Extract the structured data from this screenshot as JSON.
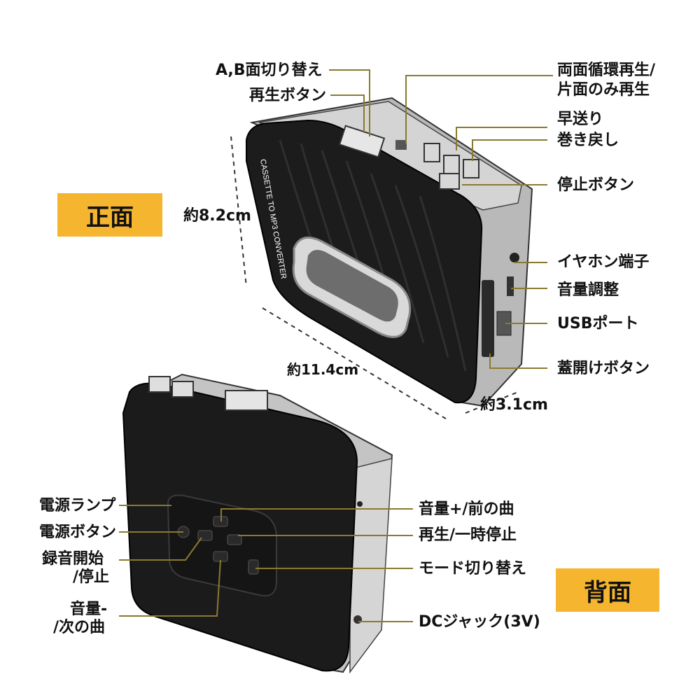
{
  "badges": {
    "front": "正面",
    "back": "背面"
  },
  "dimensions": {
    "height": "約8.2cm",
    "width": "約11.4cm",
    "depth": "約3.1cm"
  },
  "device_text": {
    "front_label": "CASSETTE TO MP3 CONVERTER"
  },
  "front_labels": {
    "ab_side": "A,B面切り替え",
    "play": "再生ボタン",
    "loop": "両面循環再生/",
    "loop2": "片面のみ再生",
    "ff": "早送り",
    "rew": "巻き戻し",
    "stop": "停止ボタン",
    "earphone": "イヤホン端子",
    "volume": "音量調整",
    "usb": "USBポート",
    "lid": "蓋開けボタン"
  },
  "back_labels": {
    "power_lamp": "電源ランプ",
    "power_button": "電源ボタン",
    "rec1": "録音開始",
    "rec2": "/停止",
    "vol_minus1": "音量-",
    "vol_minus2": "/次の曲",
    "vol_plus": "音量+/前の曲",
    "play_pause": "再生/一時停止",
    "mode": "モード切り替え",
    "dc": "DCジャック(3V)"
  },
  "colors": {
    "badge": "#f5b52e",
    "leader": "#8a7a2e",
    "device": "#1a1a1a",
    "silver": "#c8c8c8"
  }
}
